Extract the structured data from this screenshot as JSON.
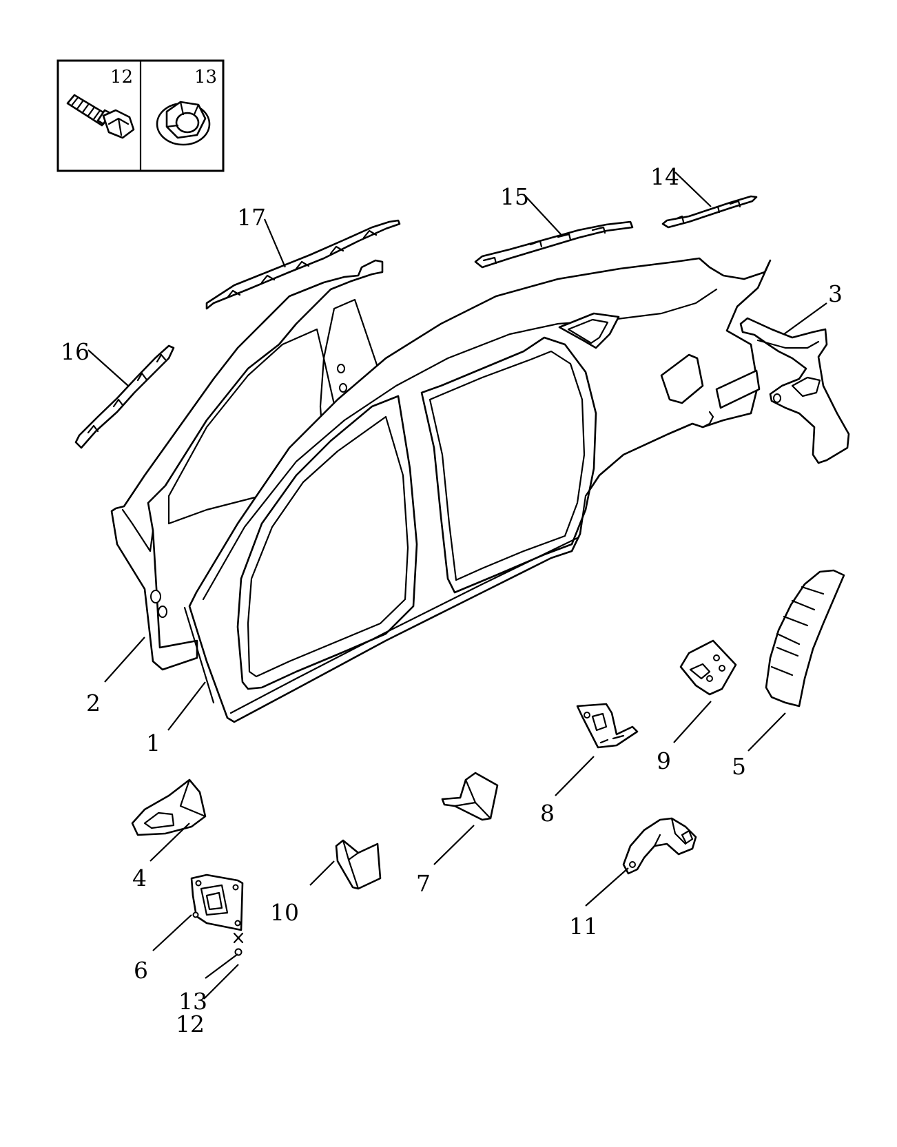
{
  "inset": {
    "labels": [
      {
        "id": "inset-12",
        "text": "12"
      },
      {
        "id": "inset-13",
        "text": "13"
      }
    ]
  },
  "callouts": [
    {
      "id": "callout-1",
      "text": "1"
    },
    {
      "id": "callout-2",
      "text": "2"
    },
    {
      "id": "callout-3",
      "text": "3"
    },
    {
      "id": "callout-4",
      "text": "4"
    },
    {
      "id": "callout-5",
      "text": "5"
    },
    {
      "id": "callout-6",
      "text": "6"
    },
    {
      "id": "callout-7",
      "text": "7"
    },
    {
      "id": "callout-8",
      "text": "8"
    },
    {
      "id": "callout-9",
      "text": "9"
    },
    {
      "id": "callout-10",
      "text": "10"
    },
    {
      "id": "callout-11",
      "text": "11"
    },
    {
      "id": "callout-12",
      "text": "12"
    },
    {
      "id": "callout-13",
      "text": "13"
    },
    {
      "id": "callout-14",
      "text": "14"
    },
    {
      "id": "callout-15",
      "text": "15"
    },
    {
      "id": "callout-16",
      "text": "16"
    },
    {
      "id": "callout-17",
      "text": "17"
    }
  ],
  "colors": {
    "line": "#000000",
    "background": "#ffffff"
  }
}
